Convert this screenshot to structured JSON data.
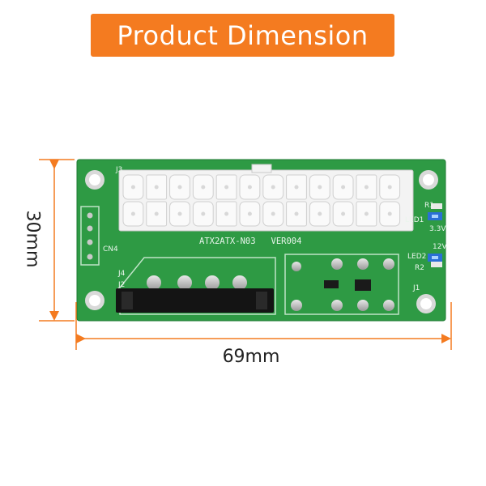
{
  "title": "Product Dimension",
  "dimensions": {
    "width": "69mm",
    "height": "30mm"
  },
  "board": {
    "label_j3": "J3",
    "label_cn4": "CN4",
    "label_j4": "J4",
    "label_j2": "J2",
    "label_j1": "J1",
    "label_r1": "R1",
    "label_r2": "R2",
    "label_led1": "LED1",
    "label_led2": "LED2",
    "label_33v": "3.3V",
    "label_12v": "12V",
    "silkscreen": "ATX2ATX-N03   VER004"
  },
  "colors": {
    "accent": "#f47b20",
    "pcb": "#2f9c45",
    "connector": "#f4f4f4",
    "dimension_line": "#f47b20"
  }
}
